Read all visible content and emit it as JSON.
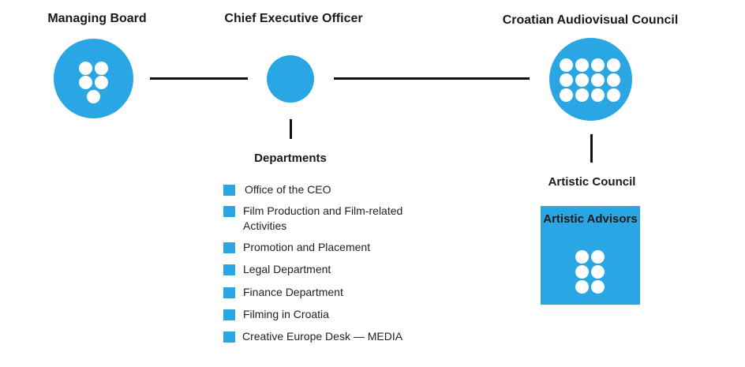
{
  "managing_board": {
    "title": "Managing Board"
  },
  "ceo": {
    "title": "Chief Executive Officer"
  },
  "council": {
    "title": "Croatian Audiovisual Council"
  },
  "departments": {
    "title": "Departments",
    "items": [
      "Office of the CEO",
      "Film Production and Film-related Activities",
      "Promotion and Placement",
      "Legal Department",
      "Finance Department",
      "Filming in Croatia",
      "Creative Europe Desk — MEDIA"
    ]
  },
  "artistic_council": {
    "title": "Artistic Council",
    "advisors_label": "Artistic Advisors"
  },
  "colors": {
    "accent": "#29a6e3",
    "line": "#111111",
    "text": "#1a1a1a"
  }
}
